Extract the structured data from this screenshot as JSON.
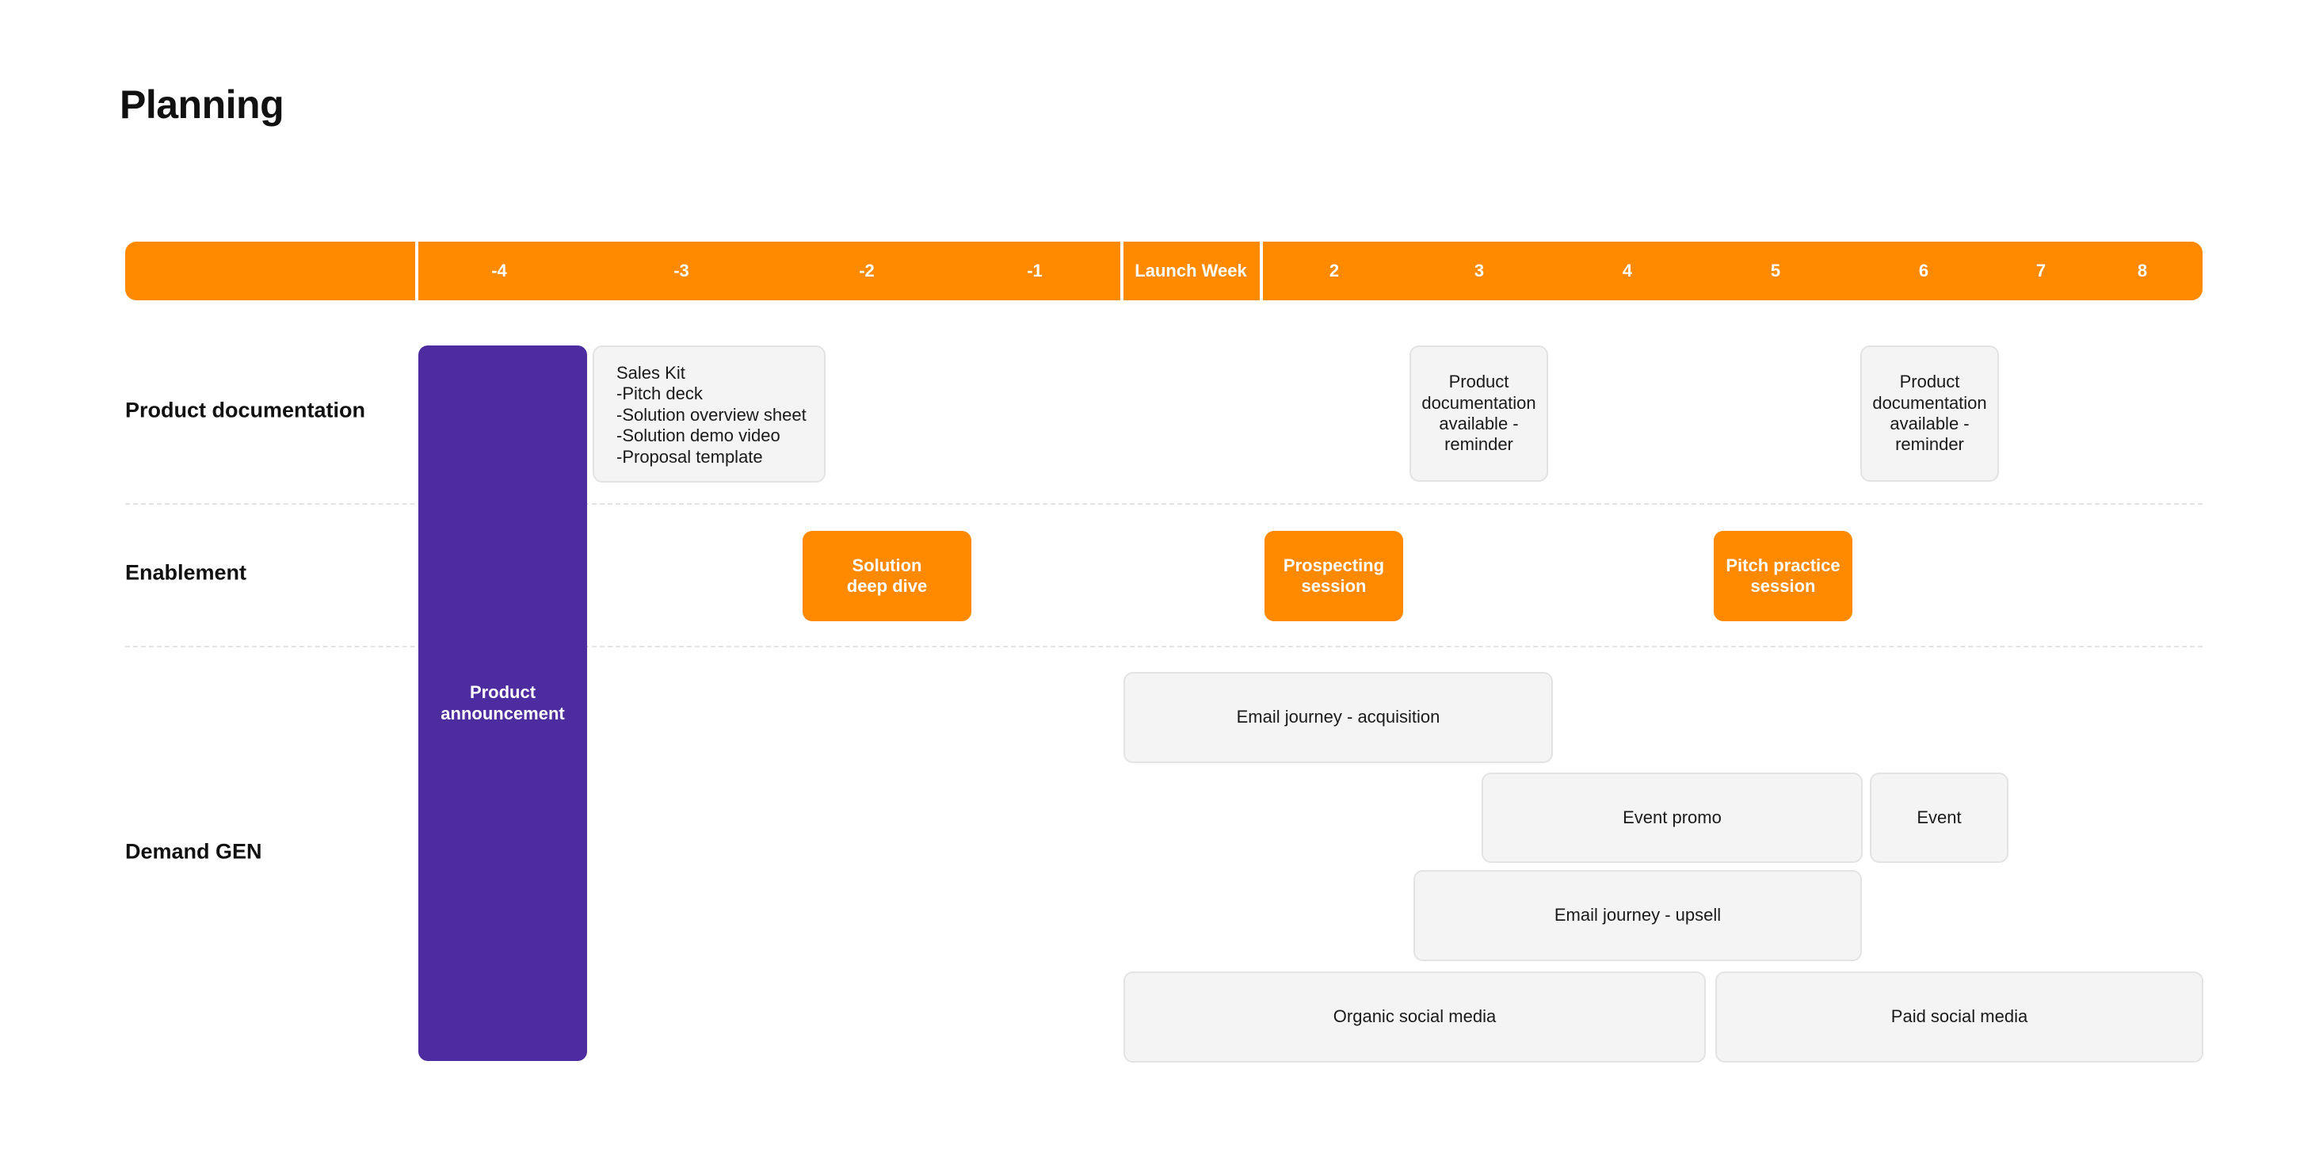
{
  "title": "Planning",
  "timeline": {
    "first_cell": "",
    "weeks": [
      "-4",
      "-3",
      "-2",
      "-1",
      "Launch Week",
      "2",
      "3",
      "4",
      "5",
      "6",
      "7",
      "8"
    ]
  },
  "rows": [
    {
      "label": "Product documentation"
    },
    {
      "label": "Enablement"
    },
    {
      "label": "Demand GEN"
    }
  ],
  "blocks": {
    "product_announcement": "Product\nannouncement",
    "sales_kit": "Sales Kit\n-Pitch deck\n-Solution overview sheet\n-Solution demo video\n-Proposal template",
    "doc_reminder_1": "Product\ndocumentation\navailable -\nreminder",
    "doc_reminder_2": "Product\ndocumentation\navailable -\nreminder",
    "solution_deep_dive": "Solution\ndeep dive",
    "prospecting_session": "Prospecting\nsession",
    "pitch_practice": "Pitch practice\nsession",
    "email_acquisition": "Email journey - acquisition",
    "event_promo": "Event promo",
    "event": "Event",
    "email_upsell": "Email journey - upsell",
    "organic_social": "Organic social media",
    "paid_social": "Paid social media"
  },
  "colors": {
    "accent_orange": "#FF8A00",
    "purple": "#4C2C9E",
    "card_grey": "#F3F4F3"
  }
}
